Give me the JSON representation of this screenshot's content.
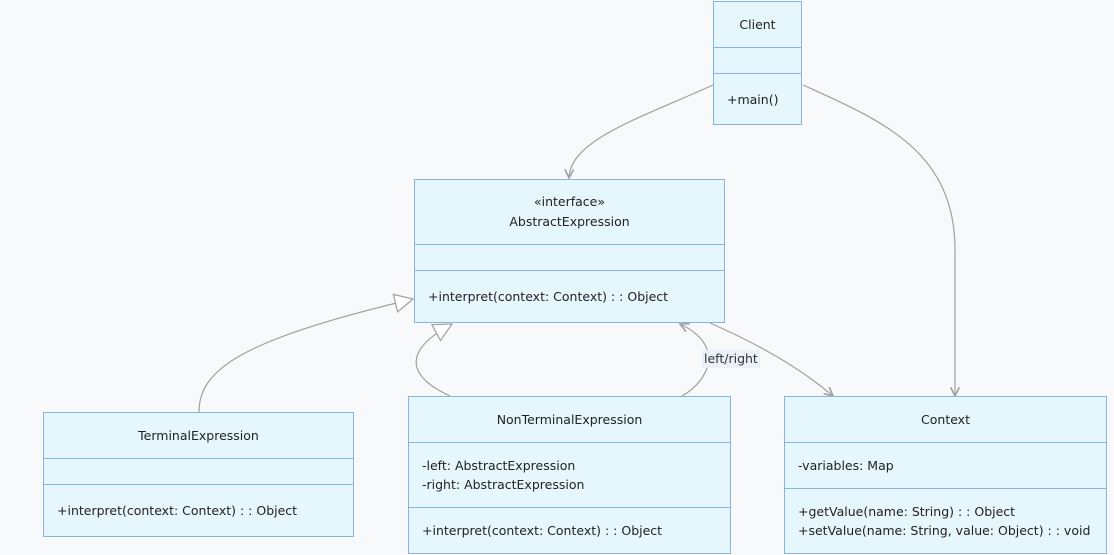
{
  "classes": {
    "client": {
      "name": "Client",
      "stereotype": "",
      "attributes": [],
      "methods": [
        "+main()"
      ]
    },
    "abstract_expression": {
      "name": "AbstractExpression",
      "stereotype": "«interface»",
      "attributes": [],
      "methods": [
        "+interpret(context: Context) : : Object"
      ]
    },
    "terminal_expression": {
      "name": "TerminalExpression",
      "stereotype": "",
      "attributes": [],
      "methods": [
        "+interpret(context: Context) : : Object"
      ]
    },
    "nonterminal_expression": {
      "name": "NonTerminalExpression",
      "stereotype": "",
      "attributes": [
        "-left: AbstractExpression",
        "-right: AbstractExpression"
      ],
      "methods": [
        "+interpret(context: Context) : : Object"
      ]
    },
    "context": {
      "name": "Context",
      "stereotype": "",
      "attributes": [
        "-variables: Map"
      ],
      "methods": [
        "+getValue(name: String) : : Object",
        "+setValue(name: String, value: Object) : : void"
      ]
    }
  },
  "edges": {
    "left_right_label": "left/right"
  },
  "colors": {
    "box_fill": "#e6f6fd",
    "box_border": "#87b4e0",
    "edge": "#a0a0a0"
  }
}
